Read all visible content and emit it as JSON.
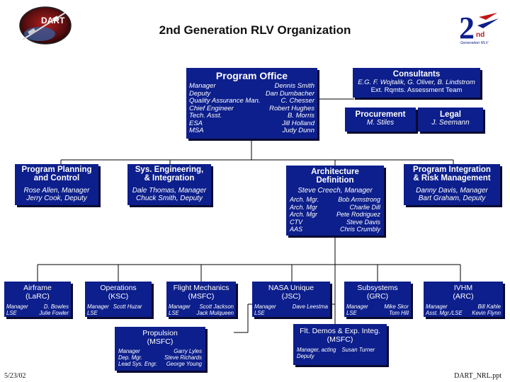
{
  "header": {
    "title": "2nd Generation RLV Organization",
    "logo_left_text": "DART",
    "logo_right_text": "nd",
    "logo_right_caption": "Generation RLV"
  },
  "program_office": {
    "title": "Program Office",
    "rows": [
      {
        "role": "Manager",
        "name": "Dennis Smith"
      },
      {
        "role": "Deputy",
        "name": "Dan Dumbacher"
      },
      {
        "role": "Quality Assurance Man.",
        "name": "C. Chesser"
      },
      {
        "role": "Chief Engineer",
        "name": "Robert Hughes"
      },
      {
        "role": "Tech. Asst.",
        "name": "B. Morris"
      },
      {
        "role": "ESA",
        "name": "Jill Holland"
      },
      {
        "role": "MSA",
        "name": "Judy Dunn"
      }
    ]
  },
  "consultants": {
    "title": "Consultants",
    "line1": "E.G. F. Wojtalik, G. Oliver, B. Lindstrom",
    "line2": "Ext. Rqmts. Assessment Team"
  },
  "procurement": {
    "title": "Procurement",
    "name": "M. Stiles"
  },
  "legal": {
    "title": "Legal",
    "name": "J. Seemann"
  },
  "planning": {
    "title": "Program Planning\nand Control",
    "line1": "Rose Allen, Manager",
    "line2": "Jerry Cook, Deputy"
  },
  "syseng": {
    "title": "Sys. Engineering,\n& Integration",
    "line1": "Dale Thomas, Manager",
    "line2": "Chuck Smith, Deputy"
  },
  "architecture": {
    "title": "Architecture\nDefinition",
    "manager": "Steve Creech, Manager",
    "rows": [
      {
        "role": "Arch. Mgr.",
        "name": "Bob Armstrong"
      },
      {
        "role": "Arch. Mgr",
        "name": "Charlie Dill"
      },
      {
        "role": "Arch. Mgr",
        "name": "Pete Rodriguez"
      },
      {
        "role": "CTV",
        "name": "Steve Davis"
      },
      {
        "role": "AAS",
        "name": "Chris Crumbly"
      }
    ]
  },
  "integration": {
    "title": "Program Integration\n& Risk Management",
    "line1": "Danny Davis, Manager",
    "line2": "Bart Graham, Deputy"
  },
  "airframe": {
    "title": "Airframe\n(LaRC)",
    "rows": [
      {
        "role": "Manager",
        "name": "D. Bowles"
      },
      {
        "role": "LSE",
        "name": "Julie Fowler"
      }
    ]
  },
  "operations": {
    "title": "Operations\n(KSC)",
    "rows": [
      {
        "role": "Manager",
        "name": "Scott Huzar"
      },
      {
        "role": "LSE",
        "name": ""
      }
    ]
  },
  "flight_mechanics": {
    "title": "Flight Mechanics\n(MSFC)",
    "rows": [
      {
        "role": "Manager",
        "name": "Scott Jackson"
      },
      {
        "role": "LSE",
        "name": "Jack Mulqueen"
      }
    ]
  },
  "nasa_unique": {
    "title": "NASA Unique\n(JSC)",
    "rows": [
      {
        "role": "Manager",
        "name": "Dave Leestma"
      },
      {
        "role": "LSE",
        "name": ""
      }
    ]
  },
  "subsystems": {
    "title": "Subsystems\n(GRC)",
    "rows": [
      {
        "role": "Manager",
        "name": "Mike Skor"
      },
      {
        "role": "LSE",
        "name": "Tom Hill"
      }
    ]
  },
  "ivhm": {
    "title": "IVHM\n(ARC)",
    "rows": [
      {
        "role": "Manager",
        "name": "Bill Kahle"
      },
      {
        "role": "Asst. Mgr./LSE",
        "name": "Kevin Flynn"
      }
    ]
  },
  "propulsion": {
    "title": "Propulsion\n(MSFC)",
    "rows": [
      {
        "role": "Manager",
        "name": "Garry Lyles"
      },
      {
        "role": "Dep. Mgr.",
        "name": "Steve Richards"
      },
      {
        "role": "Lead Sys. Engr.",
        "name": "George Young"
      }
    ]
  },
  "flt_demos": {
    "title": "Flt. Demos & Exp. Integ.\n(MSFC)",
    "rows": [
      {
        "role": "Manager, acting",
        "name": "Susan Turner"
      },
      {
        "role": "Deputy",
        "name": ""
      }
    ]
  },
  "footer": {
    "date": "5/23/02",
    "file": "DART_NRL.ppt"
  },
  "colors": {
    "box": "#0d1f8c",
    "line": "#000000",
    "text": "#ffffff"
  }
}
